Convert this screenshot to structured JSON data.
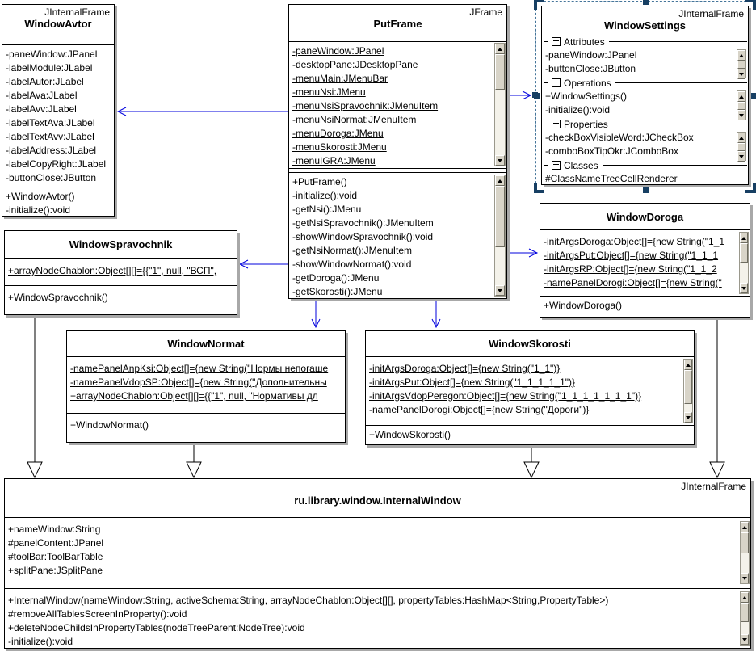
{
  "diagram": {
    "kind": "UML class diagram"
  },
  "colors": {
    "dependency_arrow": "#0000dd",
    "generalization_line": "#000000",
    "selection_dash": "#45759a",
    "selection_handle": "#173f63",
    "box_shadow": "#a8a8a8",
    "scrollbar_face": "#d8d4c8"
  },
  "classes": {
    "window_avtor": {
      "stereotype": "JInternalFrame",
      "name": "WindowAvtor",
      "attributes": [
        {
          "t": "-paneWindow:JPanel"
        },
        {
          "t": "-labelModule:JLabel"
        },
        {
          "t": "-labelAutor:JLabel"
        },
        {
          "t": "-labelAva:JLabel"
        },
        {
          "t": "-labelAvv:JLabel"
        },
        {
          "t": "-labelTextAva:JLabel"
        },
        {
          "t": "-labelTextAvv:JLabel"
        },
        {
          "t": "-labelAddress:JLabel"
        },
        {
          "t": "-labelCopyRight:JLabel"
        },
        {
          "t": "-buttonClose:JButton"
        }
      ],
      "operations": [
        {
          "t": "+WindowAvtor()"
        },
        {
          "t": "-initialize():void"
        }
      ]
    },
    "put_frame": {
      "stereotype": "JFrame",
      "name": "PutFrame",
      "attributes": [
        {
          "t": "-paneWindow:JPanel",
          "u": true
        },
        {
          "t": "-desktopPane:JDesktopPane",
          "u": true
        },
        {
          "t": "-menuMain:JMenuBar",
          "u": true
        },
        {
          "t": "-menuNsi:JMenu",
          "u": true
        },
        {
          "t": "-menuNsiSpravochnik:JMenuItem",
          "u": true
        },
        {
          "t": "-menuNsiNormat:JMenuItem",
          "u": true
        },
        {
          "t": "-menuDoroga:JMenu",
          "u": true
        },
        {
          "t": "-menuSkorosti:JMenu",
          "u": true
        },
        {
          "t": "-menuIGRA:JMenu",
          "u": true
        }
      ],
      "operations": [
        {
          "t": "+PutFrame()"
        },
        {
          "t": "-initialize():void"
        },
        {
          "t": "-getNsi():JMenu"
        },
        {
          "t": "-getNsiSpravochnik():JMenuItem"
        },
        {
          "t": "-showWindowSpravochnik():void"
        },
        {
          "t": "-getNsiNormat():JMenuItem"
        },
        {
          "t": "-showWindowNormat():void"
        },
        {
          "t": "-getDoroga():JMenu"
        },
        {
          "t": "-getSkorosti():JMenu"
        }
      ]
    },
    "window_settings": {
      "stereotype": "JInternalFrame",
      "name": "WindowSettings",
      "groups": [
        {
          "label": "Attributes",
          "items": [
            {
              "t": "-paneWindow:JPanel"
            },
            {
              "t": "-buttonClose:JButton"
            }
          ]
        },
        {
          "label": "Operations",
          "items": [
            {
              "t": "+WindowSettings()"
            },
            {
              "t": "-initialize():void"
            }
          ]
        },
        {
          "label": "Properties",
          "items": [
            {
              "t": "-checkBoxVisibleWord:JCheckBox"
            },
            {
              "t": "-comboBoxTipOkr:JComboBox"
            }
          ]
        },
        {
          "label": "Classes",
          "items": [
            {
              "t": "#ClassNameTreeCellRenderer"
            }
          ]
        }
      ]
    },
    "window_spravochnik": {
      "name": "WindowSpravochnik",
      "attributes": [
        {
          "t": "+arrayNodeChablon:Object[][]={{\"1\", null, \"ВСП\",",
          "u": true
        }
      ],
      "operations": [
        {
          "t": "+WindowSpravochnik()"
        }
      ]
    },
    "window_doroga": {
      "name": "WindowDoroga",
      "attributes": [
        {
          "t": "-initArgsDoroga:Object[]={new String(\"1_1",
          "u": true
        },
        {
          "t": "-initArgsPut:Object[]={new String(\"1_1_1",
          "u": true
        },
        {
          "t": "-initArgsRP:Object[]={new String(\"1_1_2",
          "u": true
        },
        {
          "t": "-namePanelDorogi:Object[]={new String(\"",
          "u": true
        }
      ],
      "operations": [
        {
          "t": "+WindowDoroga()"
        }
      ]
    },
    "window_normat": {
      "name": "WindowNormat",
      "attributes": [
        {
          "t": "-namePanelAnpKsi:Object[]={new String(\"Нормы непогаше",
          "u": true
        },
        {
          "t": "-namePanelVdopSP:Object[]={new String(\"Дополнительны",
          "u": true
        },
        {
          "t": "+arrayNodeChablon:Object[][]={{\"1\", null, \"Нормативы дл",
          "u": true
        }
      ],
      "operations": [
        {
          "t": "+WindowNormat()"
        }
      ]
    },
    "window_skorosti": {
      "name": "WindowSkorosti",
      "attributes": [
        {
          "t": "-initArgsDoroga:Object[]={new String(\"1_1\")}",
          "u": true
        },
        {
          "t": "-initArgsPut:Object[]={new String(\"1_1_1_1_1\")}",
          "u": true
        },
        {
          "t": "-initArgsVdopPeregon:Object[]={new String(\"1_1_1_1_1_1_1\")}",
          "u": true
        },
        {
          "t": "-namePanelDorogi:Object[]={new String(\"Дороги\")}",
          "u": true
        }
      ],
      "operations": [
        {
          "t": "+WindowSkorosti()"
        }
      ]
    },
    "internal_window": {
      "stereotype": "JInternalFrame",
      "name": "ru.library.window.InternalWindow",
      "attributes": [
        {
          "t": "+nameWindow:String"
        },
        {
          "t": "#panelContent:JPanel"
        },
        {
          "t": "#toolBar:ToolBarTable"
        },
        {
          "t": "+splitPane:JSplitPane"
        }
      ],
      "operations": [
        {
          "t": "+InternalWindow(nameWindow:String, activeSchema:String, arrayNodeChablon:Object[][], propertyTables:HashMap<String,PropertyTable>)"
        },
        {
          "t": "#removeAllTablesScreenInProperty():void"
        },
        {
          "t": "+deleteNodeChildsInPropertyTables(nodeTreeParent:NodeTree):void"
        },
        {
          "t": "-initialize():void"
        }
      ]
    }
  },
  "relations": [
    {
      "type": "dependency",
      "from": "PutFrame",
      "to": "WindowAvtor"
    },
    {
      "type": "dependency",
      "from": "PutFrame",
      "to": "WindowSettings"
    },
    {
      "type": "dependency",
      "from": "PutFrame",
      "to": "WindowSpravochnik"
    },
    {
      "type": "dependency",
      "from": "PutFrame",
      "to": "WindowDoroga"
    },
    {
      "type": "dependency",
      "from": "PutFrame",
      "to": "WindowNormat"
    },
    {
      "type": "dependency",
      "from": "PutFrame",
      "to": "WindowSkorosti"
    },
    {
      "type": "generalization",
      "from": "WindowSpravochnik",
      "to": "ru.library.window.InternalWindow"
    },
    {
      "type": "generalization",
      "from": "WindowNormat",
      "to": "ru.library.window.InternalWindow"
    },
    {
      "type": "generalization",
      "from": "WindowSkorosti",
      "to": "ru.library.window.InternalWindow"
    },
    {
      "type": "generalization",
      "from": "WindowDoroga",
      "to": "ru.library.window.InternalWindow"
    }
  ]
}
